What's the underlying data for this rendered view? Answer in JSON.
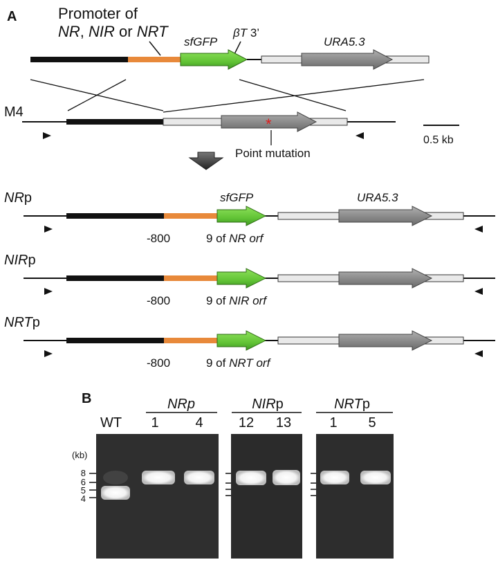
{
  "panel_a": {
    "label": "A",
    "construct": {
      "promoter_title": "Promoter of",
      "promoter_genes": [
        {
          "text": "NR",
          "italic": true
        },
        {
          "text": ", ",
          "italic": false
        },
        {
          "text": "NIR",
          "italic": true
        },
        {
          "text": " or ",
          "italic": false
        },
        {
          "text": "NRT",
          "italic": true
        }
      ],
      "sfgfp_label": "sfGFP",
      "terminator_label": [
        {
          "text": "βT",
          "italic": true
        },
        {
          "text": " 3’",
          "italic": false
        }
      ],
      "marker_label": "URA5.3"
    },
    "m4": {
      "label": "M4",
      "mutation_label": "Point mutation",
      "scale_bar_label": "0.5 kb"
    },
    "rows": [
      {
        "name": [
          {
            "text": "NR",
            "italic": true
          },
          {
            "text": "p",
            "italic": false
          }
        ],
        "gfp_label": "sfGFP",
        "marker_label": "URA5.3",
        "position": "-800",
        "orf": [
          {
            "text": "9 of ",
            "italic": false
          },
          {
            "text": "NR",
            "italic": true
          },
          {
            "text": " orf",
            "italic": true
          }
        ]
      },
      {
        "name": [
          {
            "text": "NIR",
            "italic": true
          },
          {
            "text": "p",
            "italic": false
          }
        ],
        "gfp_label": "",
        "marker_label": "",
        "position": "-800",
        "orf": [
          {
            "text": "9 of ",
            "italic": false
          },
          {
            "text": "NIR",
            "italic": true
          },
          {
            "text": " orf",
            "italic": true
          }
        ]
      },
      {
        "name": [
          {
            "text": "NRT",
            "italic": true
          },
          {
            "text": "p",
            "italic": false
          }
        ],
        "gfp_label": "",
        "marker_label": "",
        "position": "-800",
        "orf": [
          {
            "text": "9 of ",
            "italic": false
          },
          {
            "text": "NRT",
            "italic": true
          },
          {
            "text": " orf",
            "italic": true
          }
        ]
      }
    ]
  },
  "panel_b": {
    "label": "B",
    "kb_label": "(kb)",
    "ladder": [
      "8",
      "6",
      "5",
      "4"
    ],
    "wt_label": "WT",
    "groups": [
      {
        "name": [
          {
            "text": "NRp",
            "italic": true
          }
        ],
        "lanes": [
          "1",
          "4"
        ]
      },
      {
        "name": [
          {
            "text": "NIR",
            "italic": true
          },
          {
            "text": "p",
            "italic": false
          }
        ],
        "lanes": [
          "12",
          "13"
        ]
      },
      {
        "name": [
          {
            "text": "NRT",
            "italic": true
          },
          {
            "text": "p",
            "italic": false
          }
        ],
        "lanes": [
          "1",
          "5"
        ]
      }
    ]
  },
  "colors": {
    "flank": "#111111",
    "promoter": "#e8893a",
    "gfp": "#6fcf3f",
    "gfp_dark": "#3f8a1f",
    "terminator_region": "#e4e4e4",
    "marker": "#8c8c8c",
    "marker_dark": "#5a5a5a",
    "mutation": "#e01b1b",
    "gel": "#2f2f2f"
  }
}
